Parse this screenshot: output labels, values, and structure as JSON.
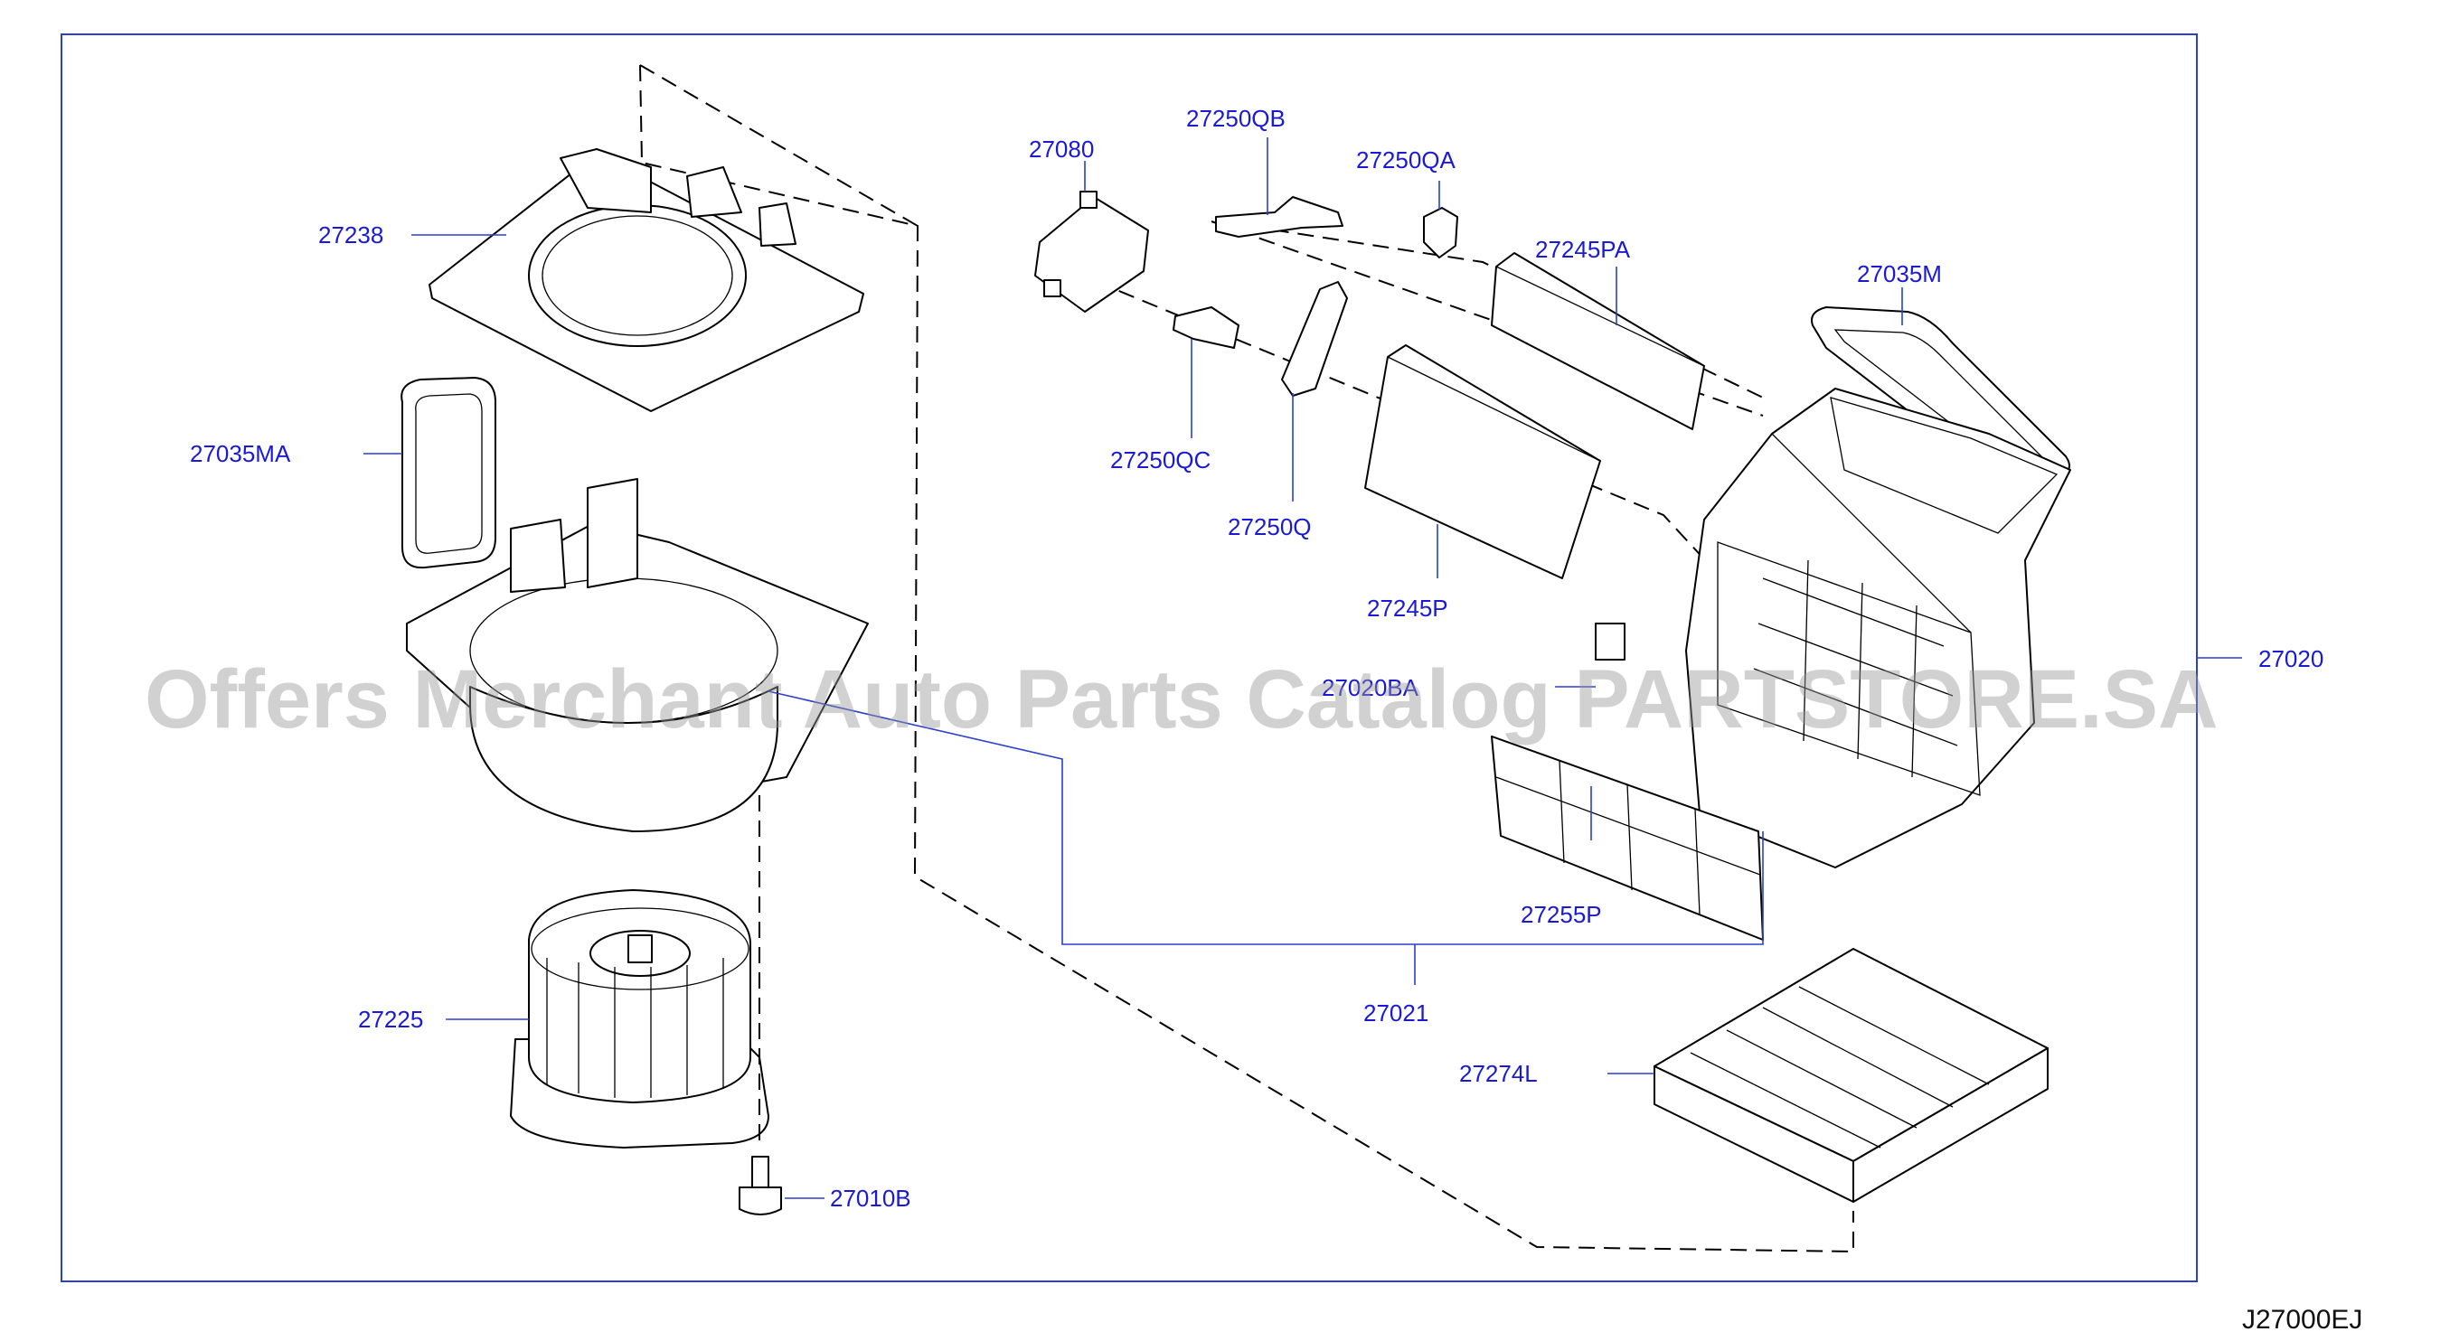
{
  "drawing_code": "J27000EJ",
  "watermark": "Offers Merchant Auto Parts Catalog PARTSTORE.SA",
  "colors": {
    "border": "#2a3fd0",
    "label": "#1a1ad6",
    "line": "#000000",
    "background": "#ffffff"
  },
  "parts": {
    "p27238": "27238",
    "p27035MA": "27035MA",
    "p27225": "27225",
    "p27010B": "27010B",
    "p27080": "27080",
    "p27250QB": "27250QB",
    "p27250QA": "27250QA",
    "p27245PA": "27245PA",
    "p27035M": "27035M",
    "p27250QC": "27250QC",
    "p27250Q": "27250Q",
    "p27245P": "27245P",
    "p27020": "27020",
    "p27020BA": "27020BA",
    "p27255P": "27255P",
    "p27021": "27021",
    "p27274L": "27274L"
  }
}
